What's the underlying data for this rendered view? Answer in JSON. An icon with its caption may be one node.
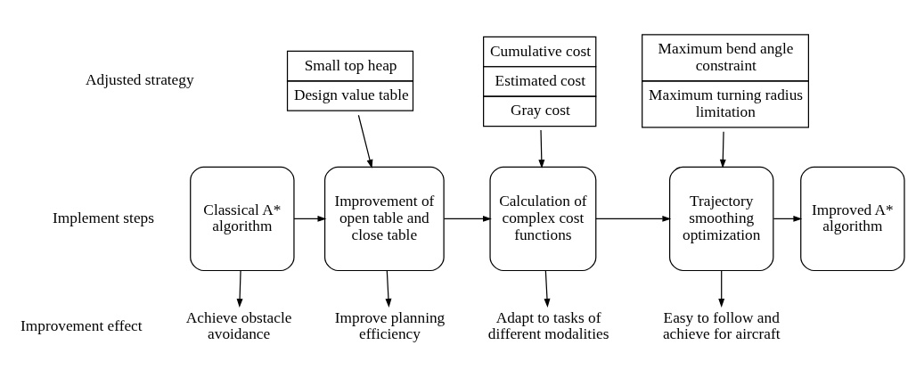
{
  "diagram": {
    "nodes": [
      {
        "text": [
          "Small top heap",
          "Design value table"
        ]
      },
      {
        "text": [
          "Cumulative cost",
          "Estimated cost",
          "Gray cost"
        ]
      },
      {
        "text": [
          "Maximum bend angle constraint",
          "Maximum turning radius limitation"
        ]
      },
      {
        "text": [
          "Classical A* algorithm"
        ]
      },
      {
        "text": [
          "Improvement of open table and close table"
        ]
      },
      {
        "text": [
          "Calculation of complex cost functions"
        ]
      },
      {
        "text": [
          "Trajectory smoothing optimization"
        ]
      },
      {
        "text": [
          "Improved A* algorithm"
        ]
      },
      {
        "text": [
          "Achieve obstacle avoidance"
        ]
      },
      {
        "text": [
          "Improve planning efficiency"
        ]
      },
      {
        "text": [
          "Adapt to tasks of different modalities"
        ]
      },
      {
        "text": [
          "Easy to follow and achieve for aircraft"
        ]
      }
    ],
    "edges": [
      {
        "from": 3,
        "to": 4,
        "arrow": "to"
      },
      {
        "from": 4,
        "to": 5,
        "arrow": "to"
      },
      {
        "from": 5,
        "to": 6,
        "arrow": "to"
      },
      {
        "from": 6,
        "to": 7,
        "arrow": "to"
      },
      {
        "from": 0,
        "to": 4,
        "arrow": "to"
      },
      {
        "from": 1,
        "to": 5,
        "arrow": "to"
      },
      {
        "from": 2,
        "to": 6,
        "arrow": "to"
      },
      {
        "from": 3,
        "to": 8,
        "arrow": "to"
      },
      {
        "from": 4,
        "to": 9,
        "arrow": "to"
      },
      {
        "from": 5,
        "to": 10,
        "arrow": "to"
      },
      {
        "from": 6,
        "to": 11,
        "arrow": "to"
      }
    ],
    "labels": [
      "Adjusted strategy",
      "Implement steps",
      "Improvement effect"
    ]
  }
}
